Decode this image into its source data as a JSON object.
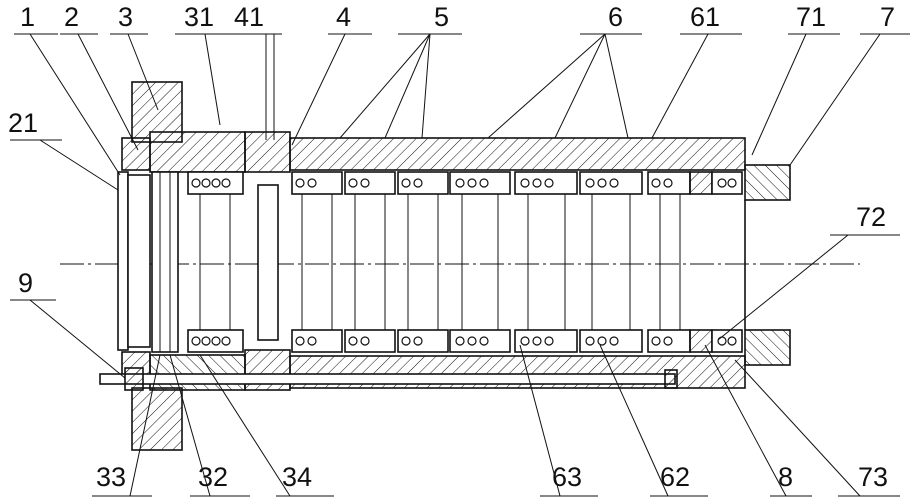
{
  "callouts": {
    "l1": "1",
    "l2": "2",
    "l3": "3",
    "l31": "31",
    "l41": "41",
    "l4": "4",
    "l5": "5",
    "l6": "6",
    "l61": "61",
    "l71": "71",
    "l7": "7",
    "l21": "21",
    "l72": "72",
    "l9": "9",
    "l33": "33",
    "l32": "32",
    "l34": "34",
    "l63": "63",
    "l62": "62",
    "l8": "8",
    "l73": "73"
  }
}
